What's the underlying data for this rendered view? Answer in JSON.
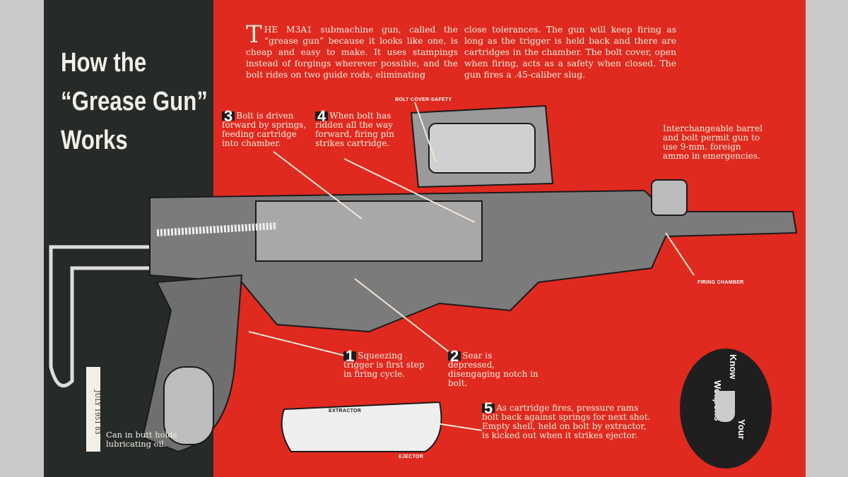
{
  "title": [
    "How the",
    "“Grease Gun”",
    "Works"
  ],
  "intro": {
    "dropcap": "T",
    "col1": "HE M3A1 submachine gun, called the “grease gun” because it looks like one, is cheap and easy to make. It uses stampings instead of forgings wherever possible, and the bolt rides on two guide rods, eliminating",
    "col2": "close tolerances. The gun will keep firing as long as the trigger is held back and there are cartridges in the chamber. The bolt cover, open when firing, acts as a safety when closed. The gun fires a .45-caliber slug."
  },
  "steps": [
    {
      "n": "1",
      "text": "Squeezing trigger is first step in firing cycle."
    },
    {
      "n": "2",
      "text": "Sear is depressed, disengaging notch in bolt."
    },
    {
      "n": "3",
      "text": "Bolt is driven forward by springs, feeding cartridge into chamber."
    },
    {
      "n": "4",
      "text": "When bolt has ridden all the way forward, firing pin strikes cartridge."
    },
    {
      "n": "5",
      "text": "As cartridge fires, pressure rams bolt back against springs for next shot. Empty shell, held on bolt by extractor, is kicked out when it strikes ejector."
    }
  ],
  "labels": {
    "bolt_cover": "BOLT COVER-SAFETY",
    "firing_chamber": "FIRING CHAMBER",
    "extractor": "EXTRACTOR",
    "ejector": "EJECTOR"
  },
  "barrel_note": "Interchangeable barrel and bolt permit gun to use 9-mm. foreign ammo in emergencies.",
  "can_note": "Can in butt holds lubricating oil.",
  "page_footer": "JULY 1951 83",
  "badge": {
    "w1": "Know",
    "w2": "Your",
    "w3": "Weapons"
  }
}
